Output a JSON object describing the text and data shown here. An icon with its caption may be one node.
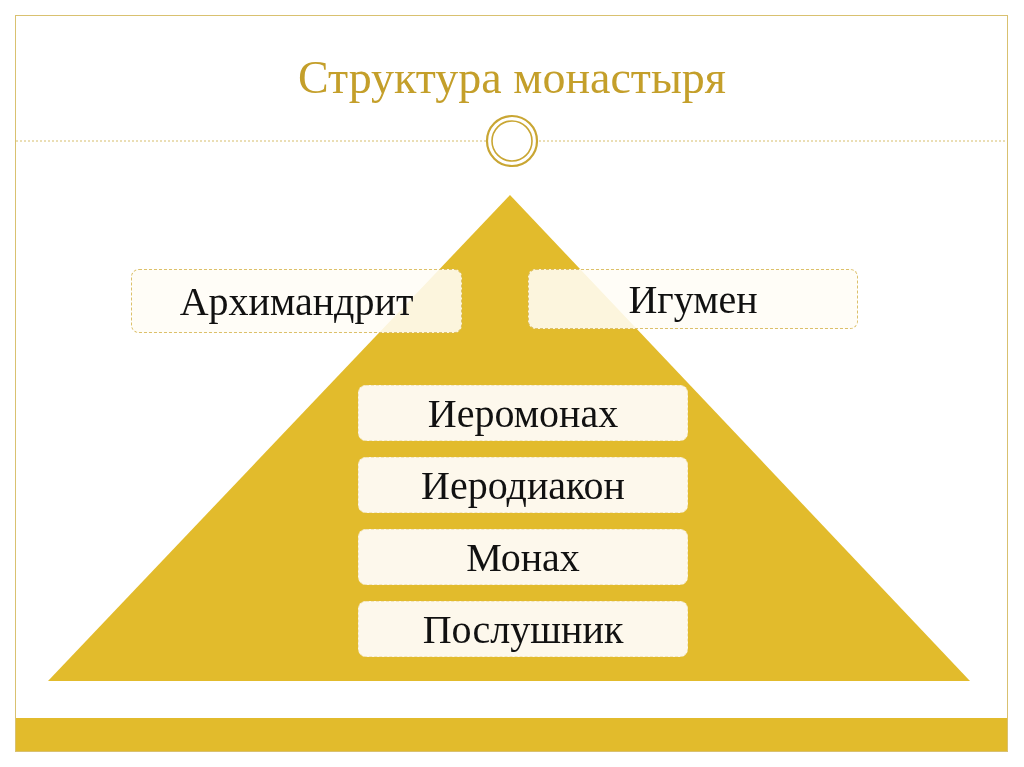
{
  "diagram": {
    "title": "Структура монастыря",
    "nodes": [
      {
        "text": [
          "Архимандрит"
        ]
      },
      {
        "text": [
          "Игумен"
        ]
      },
      {
        "text": [
          "Иеромонах"
        ]
      },
      {
        "text": [
          "Иеродиакон"
        ]
      },
      {
        "text": [
          "Монах"
        ]
      },
      {
        "text": [
          "Послушник"
        ]
      }
    ]
  }
}
